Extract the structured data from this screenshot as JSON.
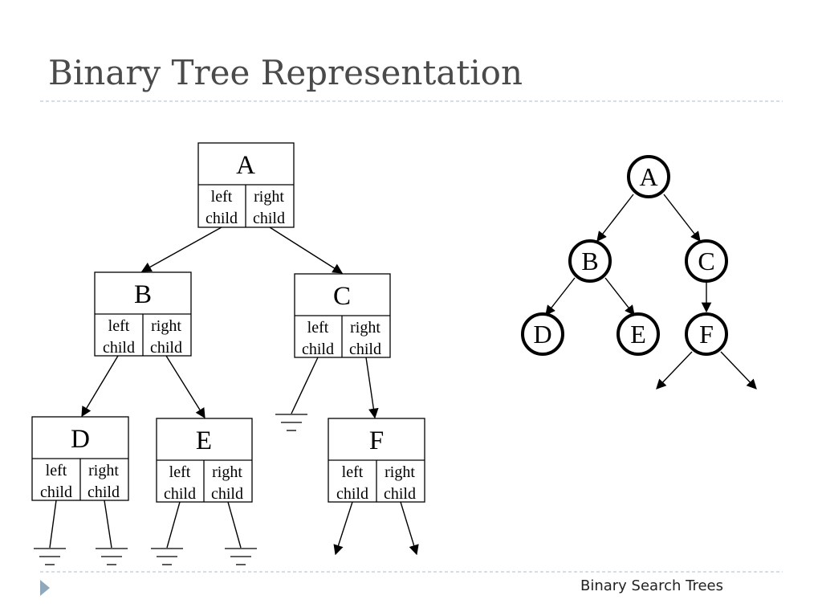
{
  "slide": {
    "title": "Binary Tree Representation",
    "footer": "Binary Search Trees"
  },
  "structure_tree": {
    "cell_left": [
      "left",
      "child"
    ],
    "cell_right": [
      "right",
      "child"
    ],
    "nodes": [
      {
        "id": "A",
        "label": "A"
      },
      {
        "id": "B",
        "label": "B"
      },
      {
        "id": "C",
        "label": "C"
      },
      {
        "id": "D",
        "label": "D"
      },
      {
        "id": "E",
        "label": "E"
      },
      {
        "id": "F",
        "label": "F"
      }
    ]
  },
  "conceptual_tree": {
    "nodes": [
      {
        "id": "A",
        "label": "A"
      },
      {
        "id": "B",
        "label": "B"
      },
      {
        "id": "C",
        "label": "C"
      },
      {
        "id": "D",
        "label": "D"
      },
      {
        "id": "E",
        "label": "E"
      },
      {
        "id": "F",
        "label": "F"
      }
    ]
  },
  "colors": {
    "title": "#4a4a4a",
    "rule": "#a9bcc8",
    "marker": "#8fa8bc",
    "ink": "#000000"
  }
}
